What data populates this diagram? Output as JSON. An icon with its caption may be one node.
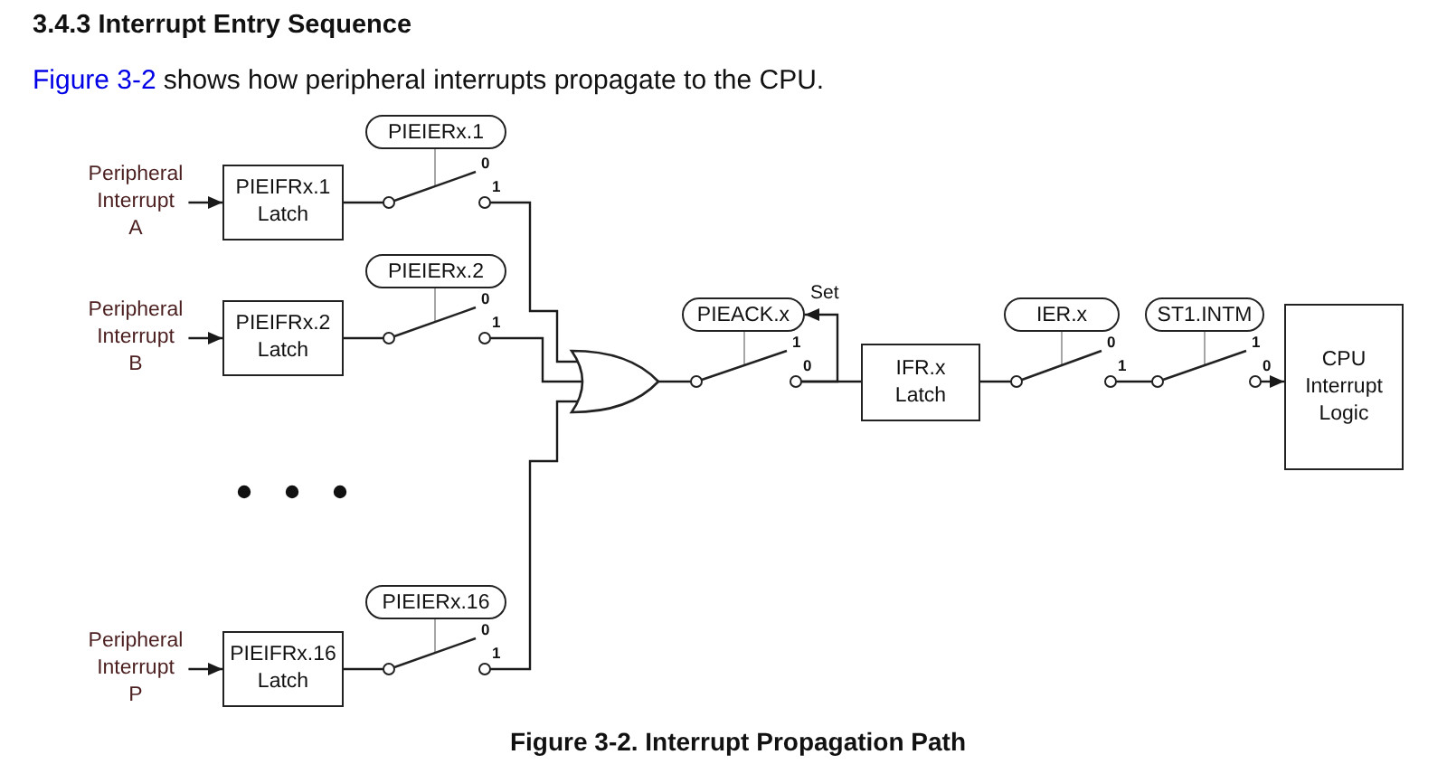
{
  "diagram": {
    "title": "3.4.3 Interrupt Entry Sequence",
    "caption": "Figure 3-2. Interrupt Propagation Path",
    "nodes": [
      {
        "text": [
          "Peripheral Interrupt A"
        ]
      },
      {
        "text": [
          "PIEIFRx.1 Latch"
        ]
      },
      {
        "text": [
          "PIEIERx.1"
        ]
      },
      {
        "text": [],
        "shape": "switch",
        "beside": [
          "0",
          "1"
        ]
      },
      {
        "text": [
          "Peripheral Interrupt B"
        ]
      },
      {
        "text": [
          "PIEIFRx.2 Latch"
        ]
      },
      {
        "text": [
          "PIEIERx.2"
        ]
      },
      {
        "text": [],
        "shape": "switch",
        "beside": [
          "0",
          "1"
        ]
      },
      {
        "text": [],
        "shape": "gate"
      },
      {
        "text": [
          "PIEACK.x"
        ]
      },
      {
        "text": [],
        "shape": "switch",
        "beside": [
          "1",
          "0"
        ]
      },
      {
        "text": [
          "IFR.x Latch"
        ]
      },
      {
        "text": [
          "IER.x"
        ]
      },
      {
        "text": [],
        "shape": "switch",
        "beside": [
          "0",
          "1"
        ]
      },
      {
        "text": [
          "ST1.INTM"
        ]
      },
      {
        "text": [],
        "shape": "switch",
        "beside": [
          "1",
          "0"
        ]
      },
      {
        "text": [
          "CPU Interrupt Logic"
        ]
      },
      {
        "text": [
          "Peripheral Interrupt P"
        ]
      },
      {
        "text": [
          "PIEIFRx.16 Latch"
        ]
      },
      {
        "text": [
          "PIEIERx.16"
        ]
      },
      {
        "text": [],
        "shape": "switch",
        "beside": [
          "0",
          "1"
        ]
      }
    ],
    "edges": [
      {
        "from": 0,
        "to": 1,
        "arrow": "to"
      },
      {
        "from": 1,
        "to": 3,
        "arrow": "none"
      },
      {
        "from": 2,
        "to": 3,
        "arrow": "none",
        "color": "#a6a6a6"
      },
      {
        "from": 3,
        "to": 8,
        "arrow": "none"
      },
      {
        "from": 4,
        "to": 5,
        "arrow": "to"
      },
      {
        "from": 5,
        "to": 7,
        "arrow": "none"
      },
      {
        "from": 6,
        "to": 7,
        "arrow": "none",
        "color": "#a6a6a6"
      },
      {
        "from": 7,
        "to": 8,
        "arrow": "none"
      },
      {
        "from": 17,
        "to": 18,
        "arrow": "to"
      },
      {
        "from": 18,
        "to": 20,
        "arrow": "none"
      },
      {
        "from": 19,
        "to": 20,
        "arrow": "none",
        "color": "#a6a6a6"
      },
      {
        "from": 20,
        "to": 8,
        "arrow": "none"
      },
      {
        "from": 8,
        "to": 10,
        "arrow": "none"
      },
      {
        "from": 9,
        "to": 10,
        "arrow": "none",
        "color": "#a6a6a6"
      },
      {
        "from": 10,
        "to": 11,
        "arrow": "none"
      },
      {
        "from": 10,
        "to": 9,
        "arrow": "to",
        "label": "Set"
      },
      {
        "from": 11,
        "to": 13,
        "arrow": "none"
      },
      {
        "from": 12,
        "to": 13,
        "arrow": "none",
        "color": "#a6a6a6"
      },
      {
        "from": 13,
        "to": 15,
        "arrow": "none"
      },
      {
        "from": 14,
        "to": 15,
        "arrow": "none",
        "color": "#a6a6a6"
      },
      {
        "from": 15,
        "to": 16,
        "arrow": "to"
      }
    ],
    "labels": [
      "Figure 3-2",
      "shows how peripheral interrupts propagate to the CPU."
    ]
  }
}
